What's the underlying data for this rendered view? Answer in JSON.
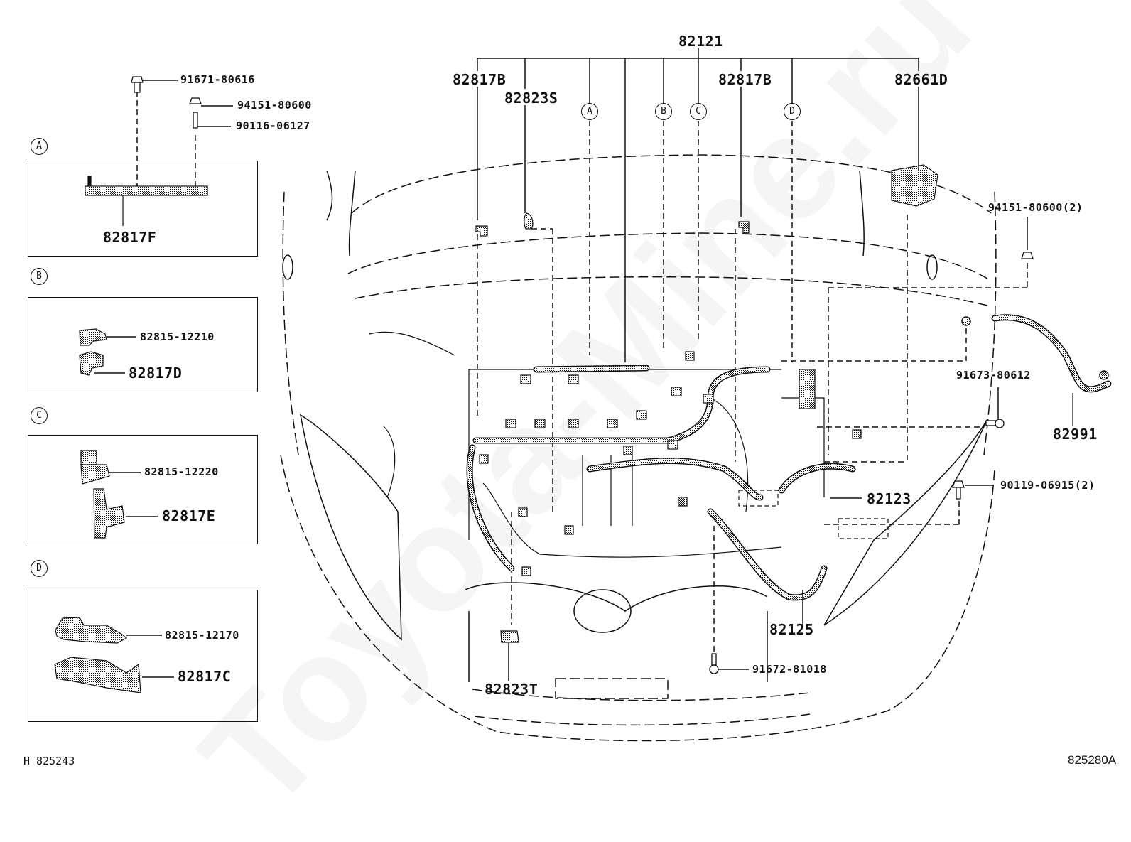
{
  "watermark": "Toyota-Mine.ru",
  "footer": {
    "left": "H 825243",
    "right": "825280A"
  },
  "insets": [
    {
      "key": "A",
      "parts": [
        {
          "label": "82817F"
        }
      ]
    },
    {
      "key": "B",
      "parts": [
        {
          "label": "82815-12210"
        },
        {
          "label": "82817D"
        }
      ]
    },
    {
      "key": "C",
      "parts": [
        {
          "label": "82815-12220"
        },
        {
          "label": "82817E"
        }
      ]
    },
    {
      "key": "D",
      "parts": [
        {
          "label": "82815-12170"
        },
        {
          "label": "82817C"
        }
      ]
    }
  ],
  "inset_a_fasteners": [
    {
      "label": "91671-80616"
    },
    {
      "label": "94151-80600"
    },
    {
      "label": "90116-06127"
    }
  ],
  "main_callouts": {
    "harness": "82121",
    "clamp_left": "82817B",
    "clamp_right": "82817B",
    "grommet_s": "82823S",
    "relay_block": "82661D",
    "ref_a": "A",
    "ref_b": "B",
    "ref_c": "C",
    "ref_d": "D",
    "nut_pair": "94151-80600(2)",
    "bolt_91673": "91673-80612",
    "ground_strap": "82991",
    "bolt_pair": "90119-06915(2)",
    "wire_82123": "82123",
    "wire_82125": "82125",
    "bolt_91672": "91672-81018",
    "grommet_t": "82823T"
  }
}
